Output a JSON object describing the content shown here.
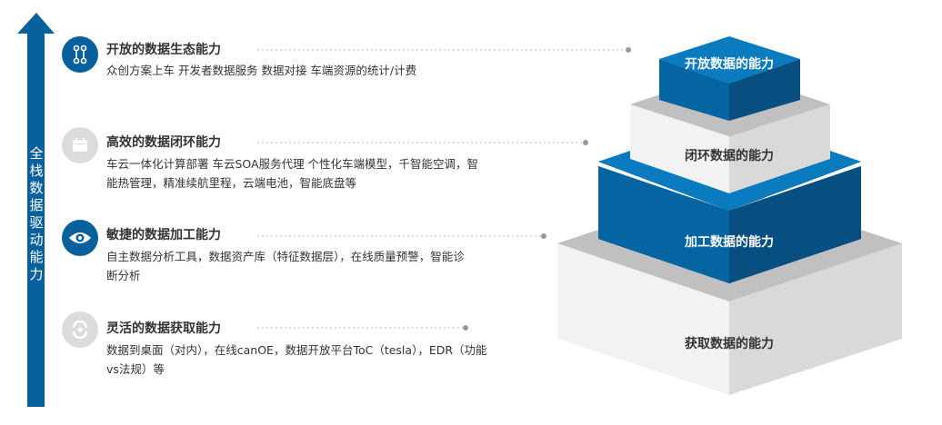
{
  "axis": {
    "label": "全栈数据驱动能力",
    "color": "#08609c"
  },
  "items": [
    {
      "title": "开放的数据生态能力",
      "desc": "众创方案上车   开发者数据服务    数据对接    车端资源的统计/计费",
      "icon": "link-icon",
      "active": true
    },
    {
      "title": "高效的数据闭环能力",
      "desc": "车云一体化计算部署   车云SOA服务代理   个性化车端模型，千智能空调，智能热管理，精准续航里程，云端电池，智能底盘等",
      "icon": "calendar-icon",
      "active": false
    },
    {
      "title": "敏捷的数据加工能力",
      "desc": "自主数据分析工具，数据资产库（特征数据层），在线质量预警，智能诊断分析",
      "icon": "eye-icon",
      "active": true
    },
    {
      "title": "灵活的数据获取能力",
      "desc": "数据到桌面（对内），在线canOE，数据开放平台ToC（tesla），EDR（功能vs法规）等",
      "icon": "sync-icon",
      "active": false
    }
  ],
  "pyramid": [
    {
      "label": "开放数据的能力",
      "style": "blue"
    },
    {
      "label": "闭环数据的能力",
      "style": "light"
    },
    {
      "label": "加工数据的能力",
      "style": "blue"
    },
    {
      "label": "获取数据的能力",
      "style": "light"
    }
  ],
  "colors": {
    "blue_top": "#0a7bbf",
    "blue_left": "#0565a3",
    "blue_right": "#064f80",
    "light_top": "#c0c0c0",
    "light_left": "#f2f2f2",
    "light_right": "#d9d9d9"
  }
}
